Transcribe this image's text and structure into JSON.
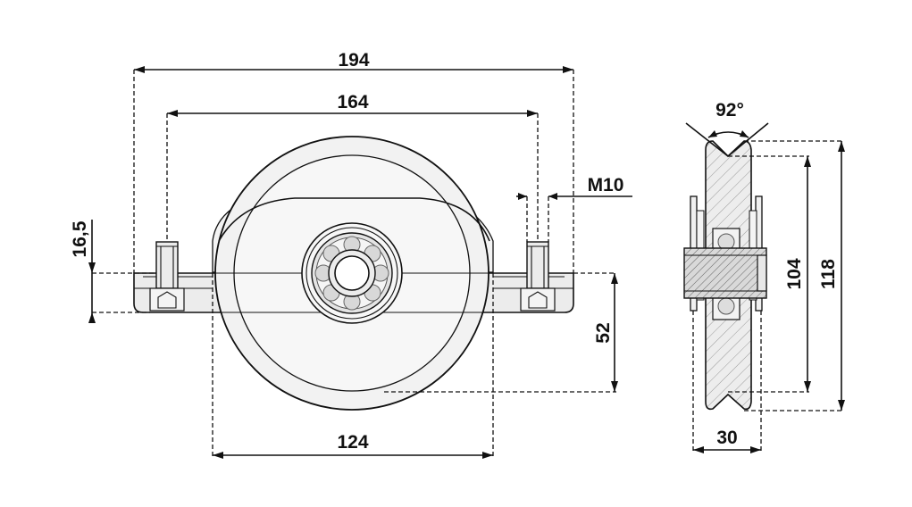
{
  "drawing": {
    "title": "Grooved wheel with bracket — technical drawing",
    "dimensions": {
      "overall_width": "194",
      "bolt_spacing": "164",
      "thread": "M10",
      "plate_thickness": "16,5",
      "axle_height": "52",
      "wheel_diameter": "124",
      "groove_angle": "92°",
      "groove_diameter": "104",
      "outer_diameter": "118",
      "wheel_width": "30"
    }
  }
}
